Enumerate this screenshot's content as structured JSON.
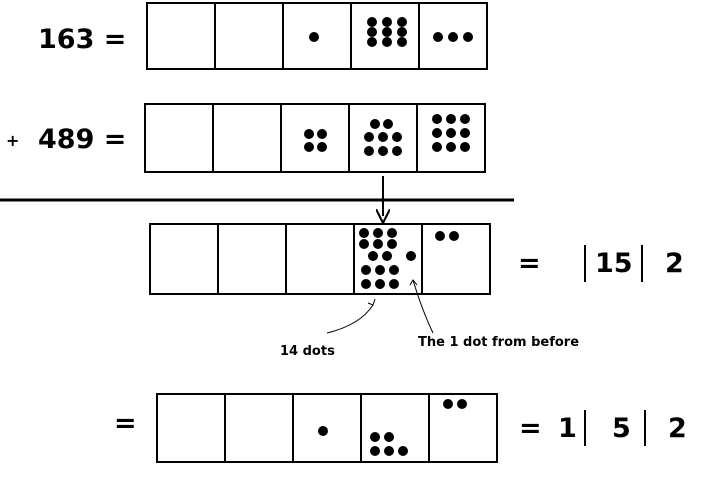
{
  "row1": {
    "label": "163 ="
  },
  "row2": {
    "plus": "+",
    "label": "489 ="
  },
  "row3": {
    "equals": "=",
    "result_a": "15",
    "result_b": "2"
  },
  "annotations": {
    "left": "14 dots",
    "right": "The 1 dot from before"
  },
  "row4": {
    "equals_left": "=",
    "equals_right": "=",
    "digit_1": "1",
    "digit_2": "5",
    "digit_3": "2"
  },
  "colors": {
    "ink": "#000000",
    "background": "#ffffff"
  }
}
